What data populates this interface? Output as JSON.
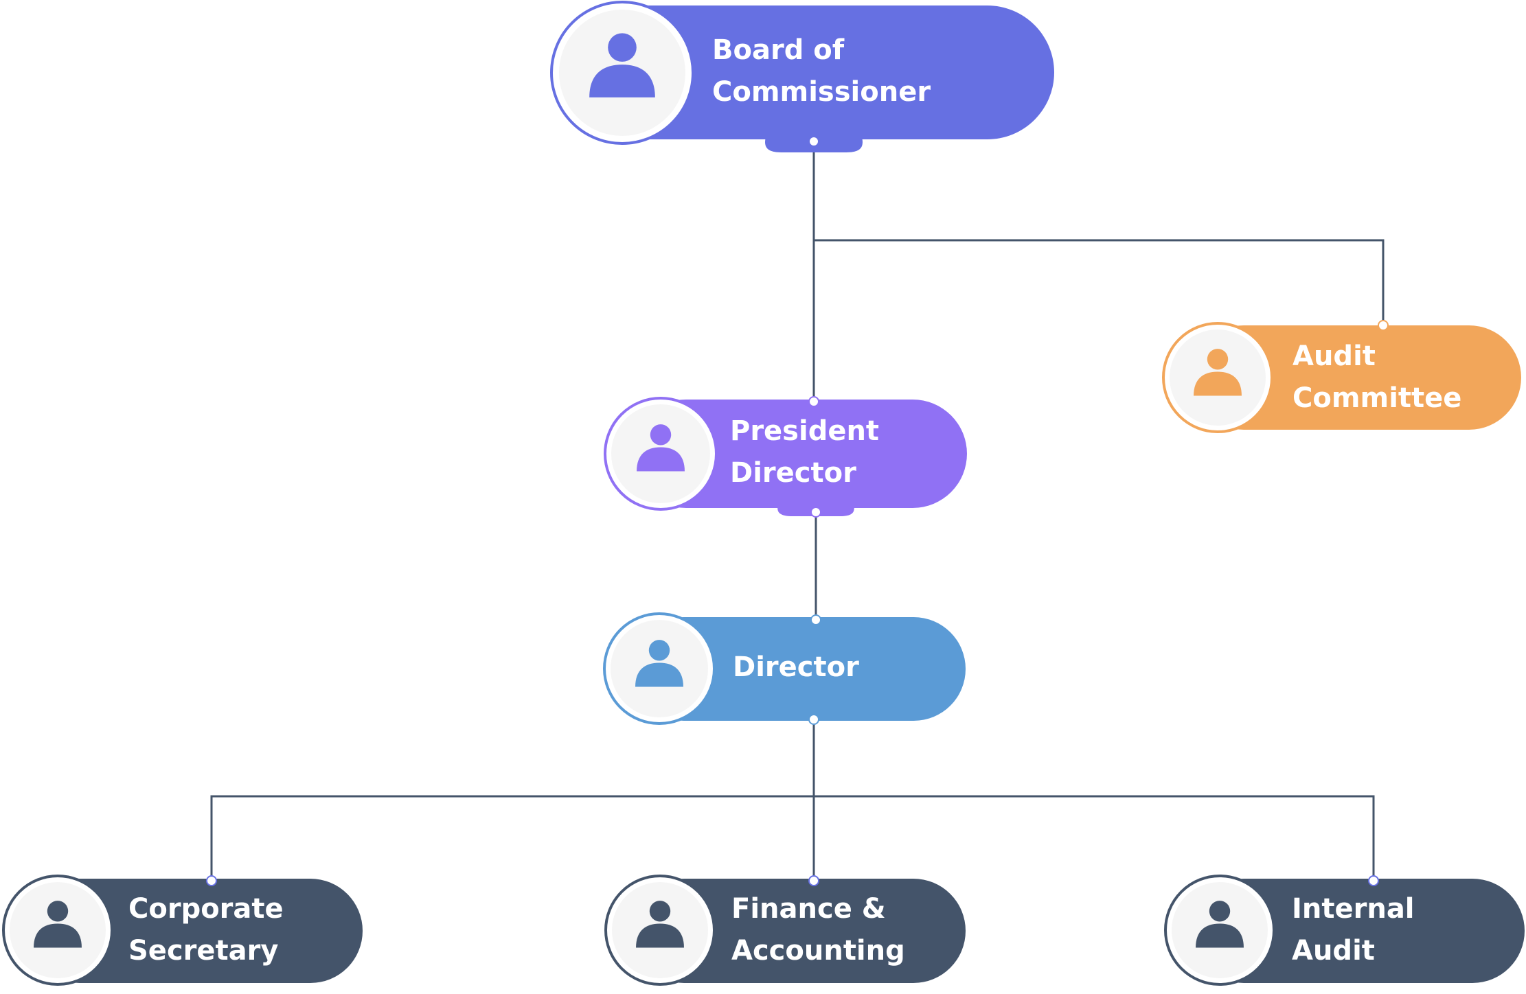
{
  "colors": {
    "connector": "#44546a",
    "avatar_bg": "#f5f5f5",
    "board": "#6670e2",
    "president": "#9071f4",
    "director": "#5b9bd6",
    "audit_committee": "#f2a65a",
    "department": "#44546a"
  },
  "nodes": {
    "board": {
      "line1": "Board of",
      "line2": "Commissioner",
      "icon": "person-icon"
    },
    "audit_committee": {
      "line1": "Audit",
      "line2": "Committee",
      "icon": "person-icon"
    },
    "president": {
      "line1": "President",
      "line2": "Director",
      "icon": "person-icon"
    },
    "director": {
      "label": "Director",
      "icon": "person-icon"
    },
    "corporate_secretary": {
      "line1": "Corporate",
      "line2": "Secretary",
      "icon": "person-icon"
    },
    "finance": {
      "line1": "Finance &",
      "line2": "Accounting",
      "icon": "person-icon"
    },
    "internal_audit": {
      "line1": "Internal",
      "line2": "Audit",
      "icon": "person-icon"
    }
  }
}
